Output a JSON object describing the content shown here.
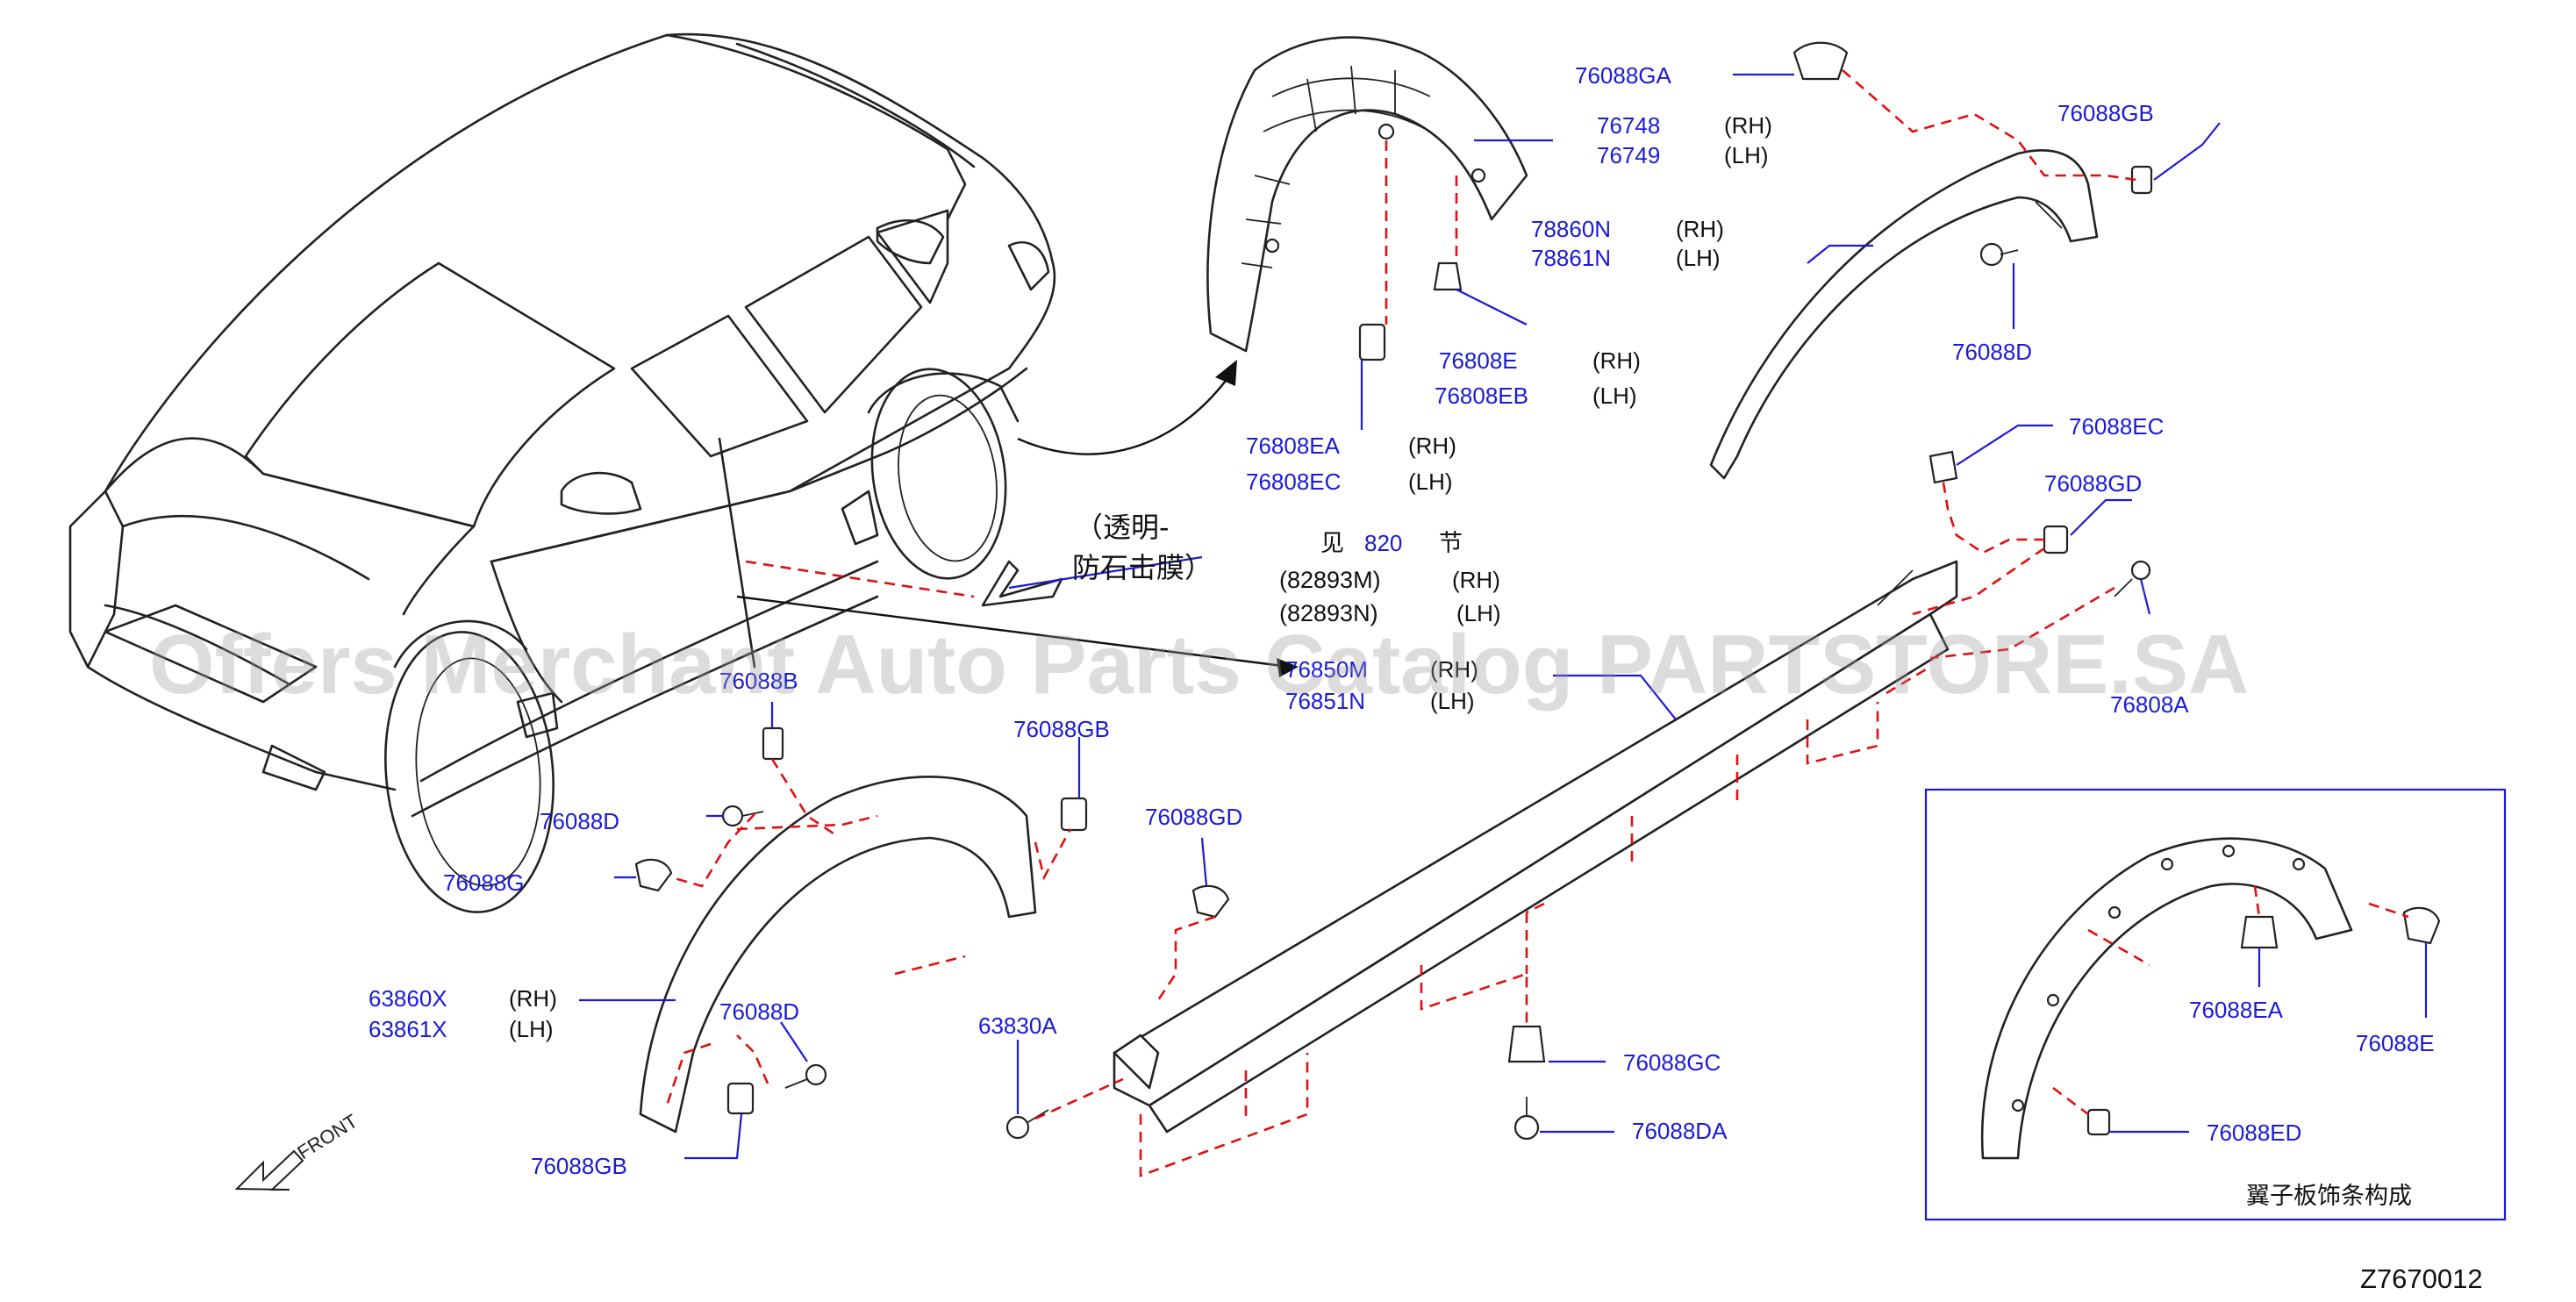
{
  "diagram": {
    "ref_code": "Z7670012",
    "watermark": "Offers Merchant Auto Parts Catalog PARTSTORE.SA",
    "front_label": "FRONT",
    "film_note_line1": "（透明-",
    "film_note_line2": "防石击膜）",
    "see_text": "见",
    "see_section": "820",
    "section_text": "节",
    "inset_caption": "翼子板饰条构成",
    "side_rh": "(RH)",
    "side_lh": "(LH)"
  },
  "callouts": {
    "p76088GA": "76088GA",
    "p76748": "76748",
    "p76749": "76749",
    "p76088GB_top": "76088GB",
    "p78860N": "78860N",
    "p78861N": "78861N",
    "p76088D_top": "76088D",
    "p76808E": "76808E",
    "p76808EB": "76808EB",
    "p76808EA": "76808EA",
    "p76808EC": "76808EC",
    "p76088EC": "76088EC",
    "p76088GD_right": "76088GD",
    "p82893M": "(82893M)",
    "p82893N": "(82893N)",
    "p76850M": "76850M",
    "p76851N": "76851N",
    "p76808A": "76808A",
    "p76088B": "76088B",
    "p76088GB_mid": "76088GB",
    "p76088D_left": "76088D",
    "p76088G": "76088G",
    "p76088GD_mid": "76088GD",
    "p63860X": "63860X",
    "p63861X": "63861X",
    "p76088D_lower": "76088D",
    "p76088GB_bottom": "76088GB",
    "p63830A": "63830A",
    "p76088GC": "76088GC",
    "p76088DA": "76088DA",
    "p76088EA": "76088EA",
    "p76088E": "76088E",
    "p76088ED": "76088ED"
  }
}
